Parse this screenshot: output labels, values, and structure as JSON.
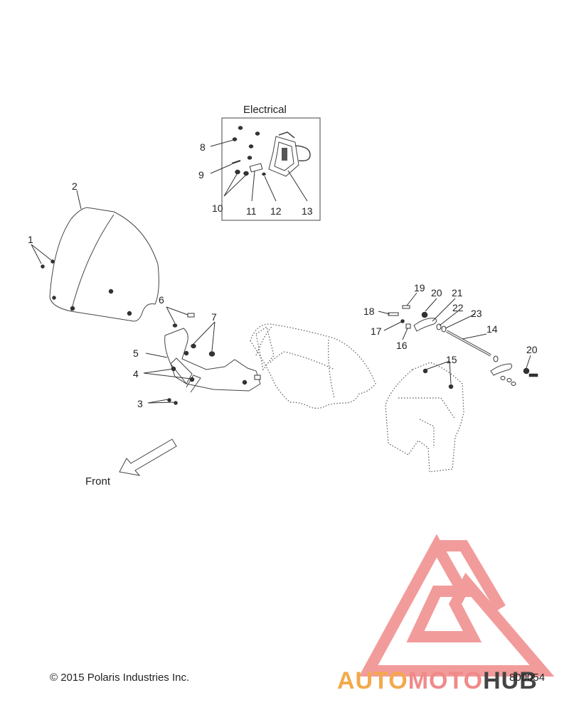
{
  "diagram": {
    "section_title": "Electrical",
    "direction_label": "Front",
    "copyright": "© 2015 Polaris Industries Inc.",
    "figure_number": "800054",
    "watermark": {
      "brand_a": "AUTO",
      "brand_b": "MOTO",
      "brand_c": "HUB",
      "colors": [
        "#f3a94a",
        "#f08a8a",
        "#444444"
      ]
    },
    "callouts": [
      {
        "id": "c1",
        "label": "1"
      },
      {
        "id": "c2",
        "label": "2"
      },
      {
        "id": "c3",
        "label": "3"
      },
      {
        "id": "c4",
        "label": "4"
      },
      {
        "id": "c5",
        "label": "5"
      },
      {
        "id": "c6",
        "label": "6"
      },
      {
        "id": "c7",
        "label": "7"
      },
      {
        "id": "c8",
        "label": "8"
      },
      {
        "id": "c9",
        "label": "9"
      },
      {
        "id": "c10",
        "label": "10"
      },
      {
        "id": "c11",
        "label": "11"
      },
      {
        "id": "c12",
        "label": "12"
      },
      {
        "id": "c13",
        "label": "13"
      },
      {
        "id": "c14",
        "label": "14"
      },
      {
        "id": "c15",
        "label": "15"
      },
      {
        "id": "c16",
        "label": "16"
      },
      {
        "id": "c17",
        "label": "17"
      },
      {
        "id": "c18",
        "label": "18"
      },
      {
        "id": "c19",
        "label": "19"
      },
      {
        "id": "c20a",
        "label": "20"
      },
      {
        "id": "c20b",
        "label": "20"
      },
      {
        "id": "c21",
        "label": "21"
      },
      {
        "id": "c22",
        "label": "22"
      },
      {
        "id": "c23",
        "label": "23"
      }
    ]
  }
}
